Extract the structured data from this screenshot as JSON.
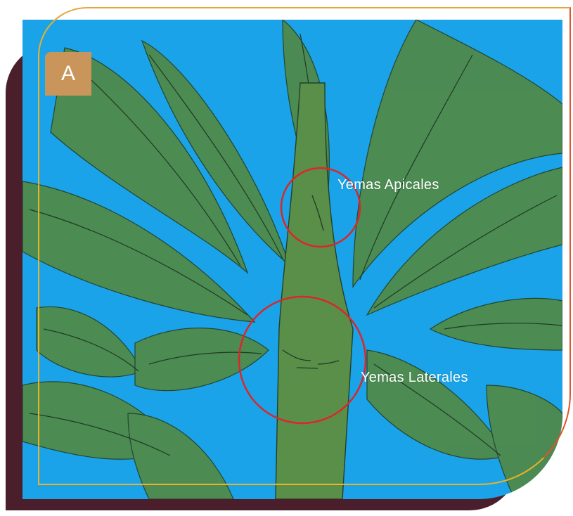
{
  "badge": {
    "letter": "A"
  },
  "labels": {
    "apical": "Yemas Apicales",
    "lateral": "Yemas Laterales"
  },
  "colors": {
    "background_sky": "#1aa3e8",
    "leaf": "#4f8a4a",
    "stem": "#5a8f4a",
    "circle": "#d92828",
    "badge": "#c9955a",
    "shadow_panel": "#4a1e2a",
    "border_gold": "#e8b32a",
    "border_orange": "#d9572b"
  }
}
